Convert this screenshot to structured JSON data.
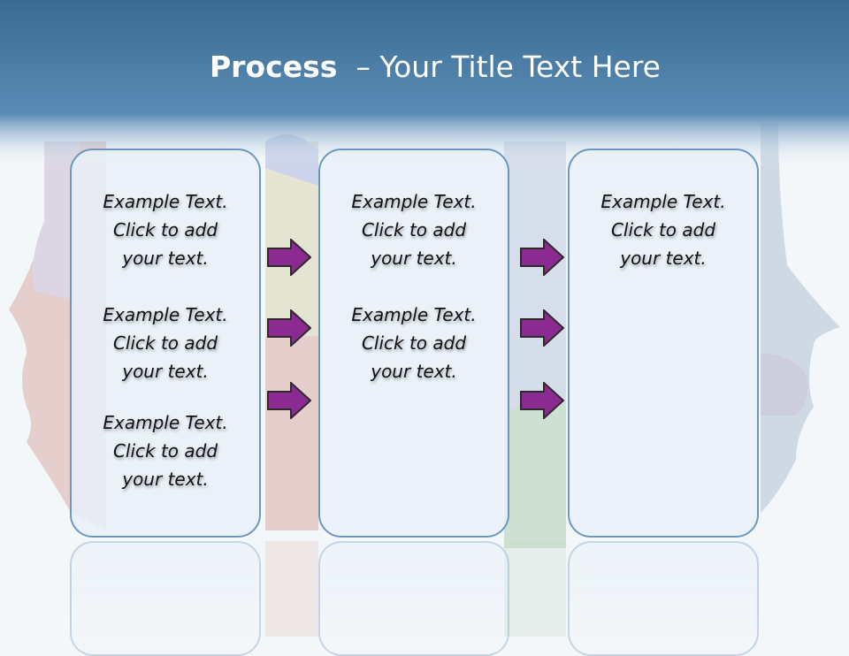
{
  "header": {
    "title_bold": "Process",
    "title_rest": "  – Your Title Text Here"
  },
  "colors": {
    "header": "#4a7aa3",
    "arrow_fill": "#8b2a90",
    "panel_border": "#6c97c0"
  },
  "panels": [
    {
      "blocks": [
        [
          "Example Text.",
          "Click  to add",
          "your text."
        ],
        [
          "Example Text.",
          "Click  to add",
          "your text."
        ],
        [
          "Example Text.",
          "Click  to add",
          "your text."
        ]
      ]
    },
    {
      "blocks": [
        [
          "Example Text.",
          "Click  to add",
          "your text."
        ],
        [
          "Example Text.",
          "Click  to add",
          "your text."
        ]
      ]
    },
    {
      "blocks": [
        [
          "Example Text.",
          "Click  to add",
          "your text."
        ]
      ]
    }
  ],
  "arrow_icon": "right-arrow-icon"
}
